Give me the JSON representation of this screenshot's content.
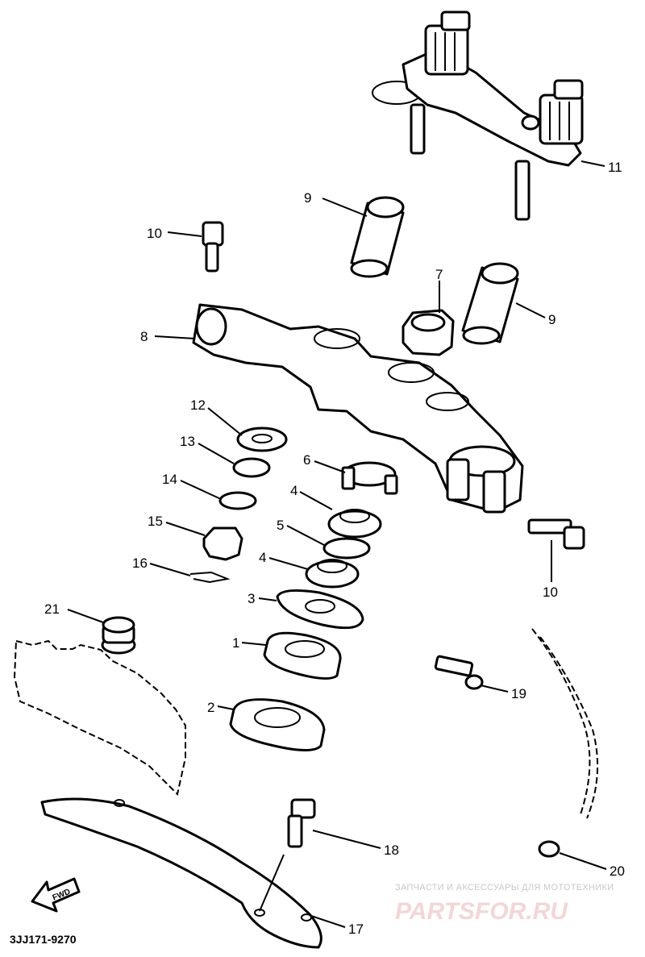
{
  "diagram": {
    "callouts": {
      "c1": "1",
      "c2": "2",
      "c3": "3",
      "c4a": "4",
      "c4b": "4",
      "c5": "5",
      "c6": "6",
      "c7": "7",
      "c8": "8",
      "c9a": "9",
      "c9b": "9",
      "c10a": "10",
      "c10b": "10",
      "c11": "11",
      "c12": "12",
      "c13": "13",
      "c14": "14",
      "c15": "15",
      "c16": "16",
      "c17": "17",
      "c18": "18",
      "c19": "19",
      "c20": "20",
      "c21": "21"
    },
    "part_code": "3JJ171-9270",
    "fwd_label": "FWD"
  },
  "watermark": {
    "subtitle": "ЗАПЧАСТИ И АКСЕССУАРЫ ДЛЯ МОТОТЕХНИКИ",
    "brand": "PARTSFOR.RU"
  }
}
